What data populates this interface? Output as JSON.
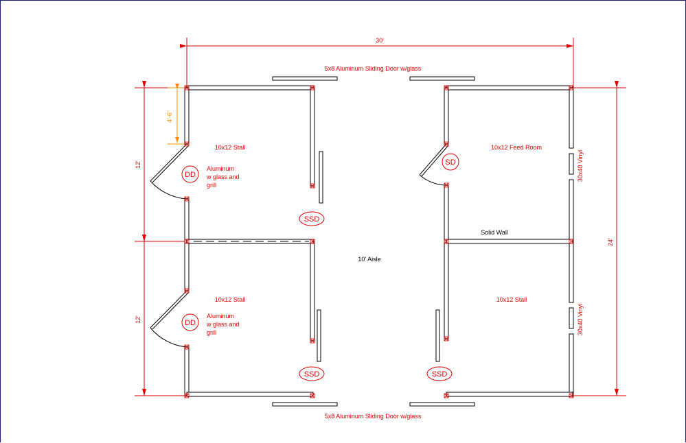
{
  "dimensions": {
    "overall_width": "30'",
    "overall_depth": "24'",
    "stall_depth_top": "12'",
    "stall_depth_bottom": "12'",
    "door_offset": "4'-6\""
  },
  "doors": {
    "top_sliding": "5x8 Aluminum Sliding Door w/glass",
    "bottom_sliding": "5x8 Aluminum Sliding Door w/glass"
  },
  "rooms": {
    "top_left": "10x12 Stall",
    "bottom_left": "10x12 Stall",
    "top_right": "10x12 Feed Room",
    "bottom_right": "10x12 Stall",
    "aisle": "10' Aisle",
    "solid_wall": "Solid Wall"
  },
  "notes": {
    "dd_top_line1": "Aluminum",
    "dd_top_line2": "w glass and",
    "dd_top_line3": "grill",
    "dd_bottom_line1": "Aluminum",
    "dd_bottom_line2": "w glass and",
    "dd_bottom_line3": "grill"
  },
  "tags": {
    "dd_top": "DD",
    "dd_bottom": "DD",
    "sd": "SD",
    "ssd_top_left": "SSD",
    "ssd_bottom_left": "SSD",
    "ssd_bottom_right": "SSD"
  },
  "windows": {
    "top": "30x40 Vinyl",
    "bottom": "30x40 Vinyl"
  },
  "colors": {
    "annotation": "#e00000",
    "dimension_highlight": "#ff8c00",
    "wall": "#000000"
  }
}
